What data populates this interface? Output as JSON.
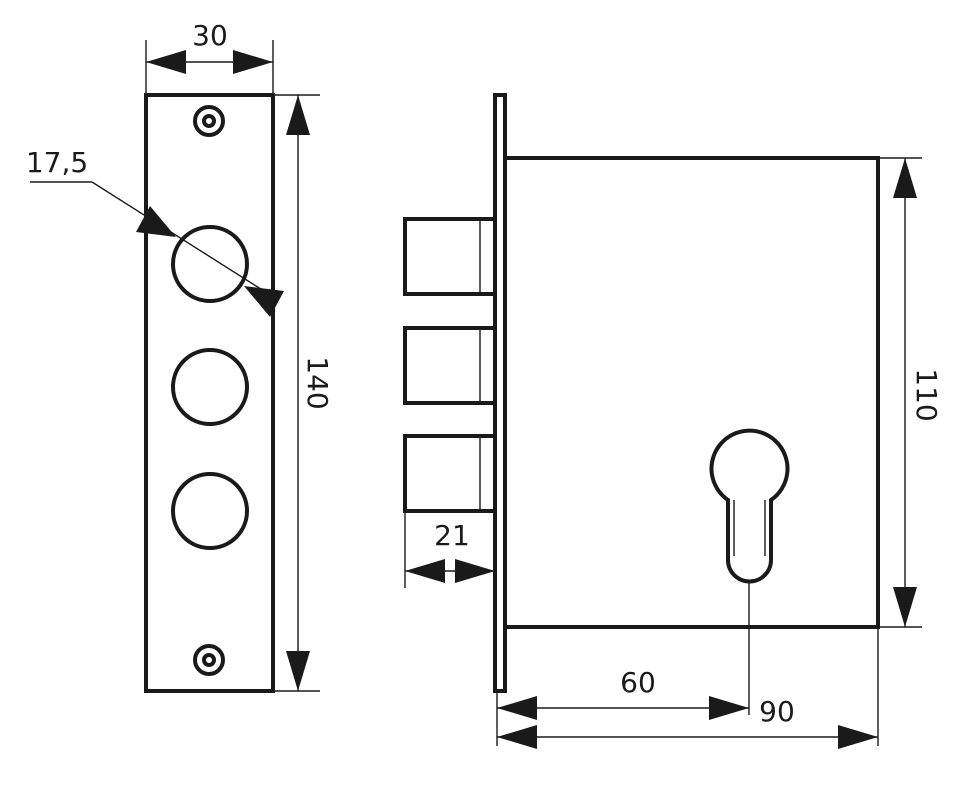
{
  "drawing": {
    "faceplate": {
      "width_label": "30",
      "height_label": "140",
      "hole_diameter_label": "17,5"
    },
    "lock_body": {
      "bolt_projection_label": "21",
      "body_height_label": "110",
      "backset_label": "60",
      "body_depth_label": "90"
    }
  }
}
